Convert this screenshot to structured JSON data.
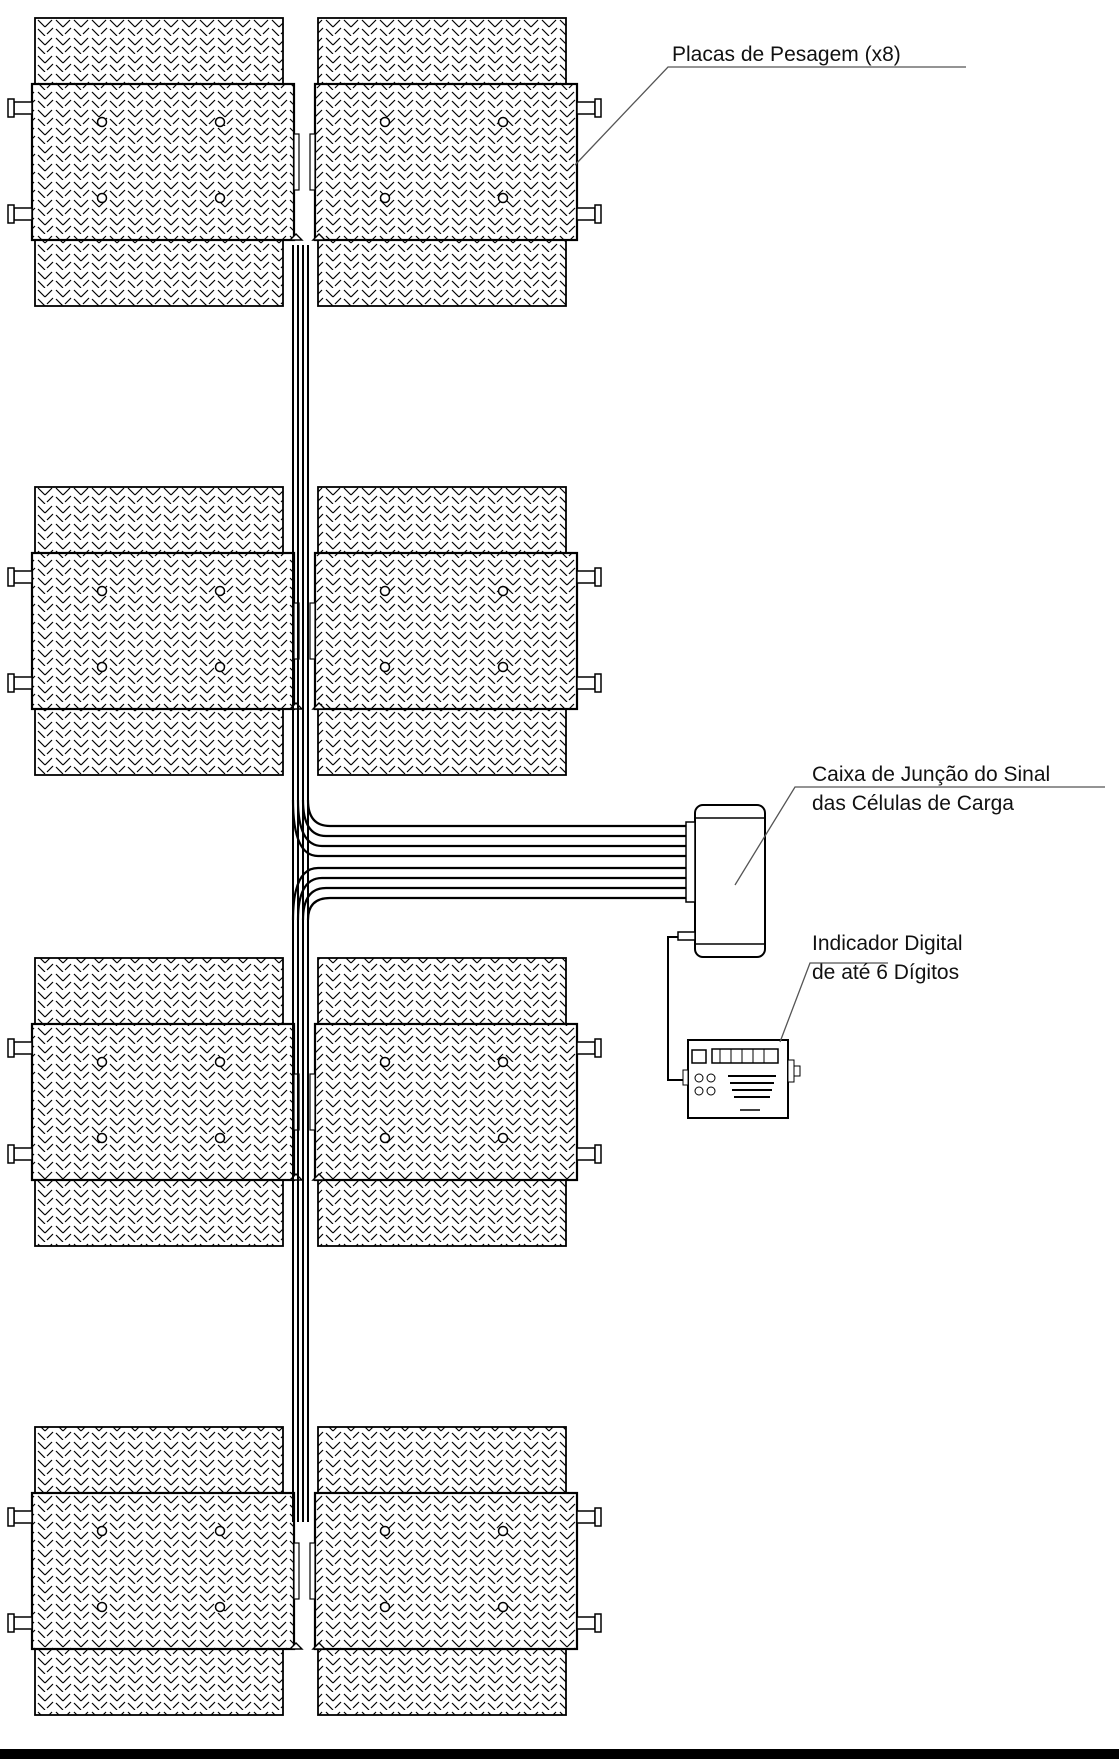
{
  "labels": {
    "plates": "Placas de Pesagem (x8)",
    "junction_line1": "Caixa de Junção do Sinal",
    "junction_line2": "das Células de Carga",
    "indicator_line1": "Indicador Digital",
    "indicator_line2": "de até 6 Dígitos"
  },
  "plate_rows": 4,
  "plate_columns": 2,
  "colors": {
    "stroke": "#000000",
    "background": "#ffffff",
    "text": "#111111"
  }
}
